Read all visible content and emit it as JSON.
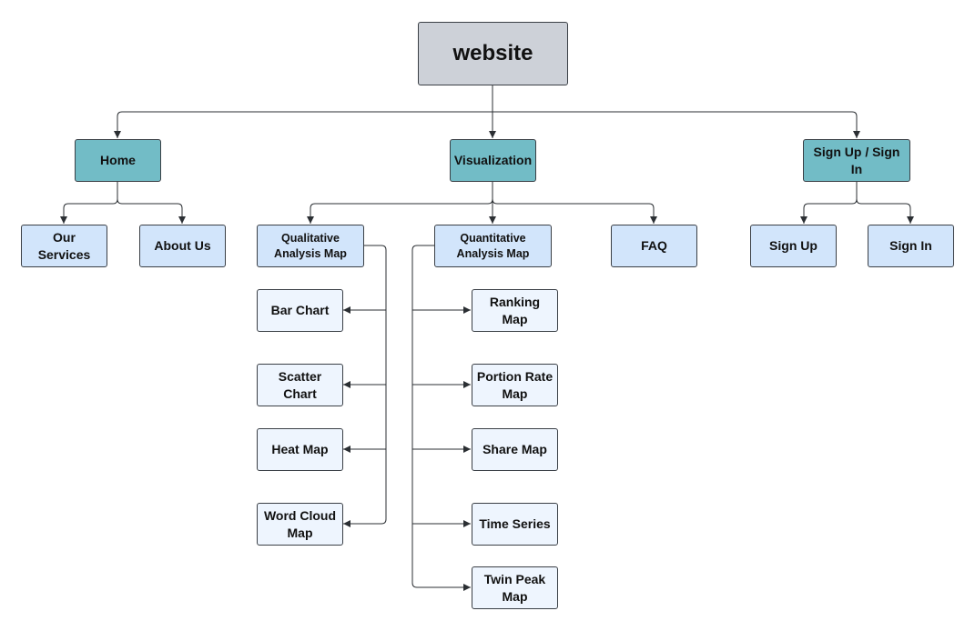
{
  "diagram": {
    "root": "website",
    "home": {
      "label": "Home",
      "children": [
        "Our\nServices",
        "About Us"
      ]
    },
    "visualization": {
      "label": "Visualization",
      "qualitative": {
        "label": "Qualitative\nAnalysis Map",
        "children": [
          "Bar Chart",
          "Scatter Chart",
          "Heat Map",
          "Word Cloud\nMap"
        ]
      },
      "quantitative": {
        "label": "Quantitative\nAnalysis Map",
        "children": [
          "Ranking Map",
          "Portion Rate\nMap",
          "Share Map",
          "Time Series",
          "Twin Peak\nMap"
        ]
      },
      "faq": "FAQ"
    },
    "account": {
      "label": "Sign Up / Sign In",
      "children": [
        "Sign Up",
        "Sign In"
      ]
    }
  },
  "colors": {
    "root_fill": "#cdd1d8",
    "section_fill": "#72bcc6",
    "page_fill": "#d2e5fb",
    "subpage_fill": "#eef5fe",
    "line": "#2b2f33"
  }
}
